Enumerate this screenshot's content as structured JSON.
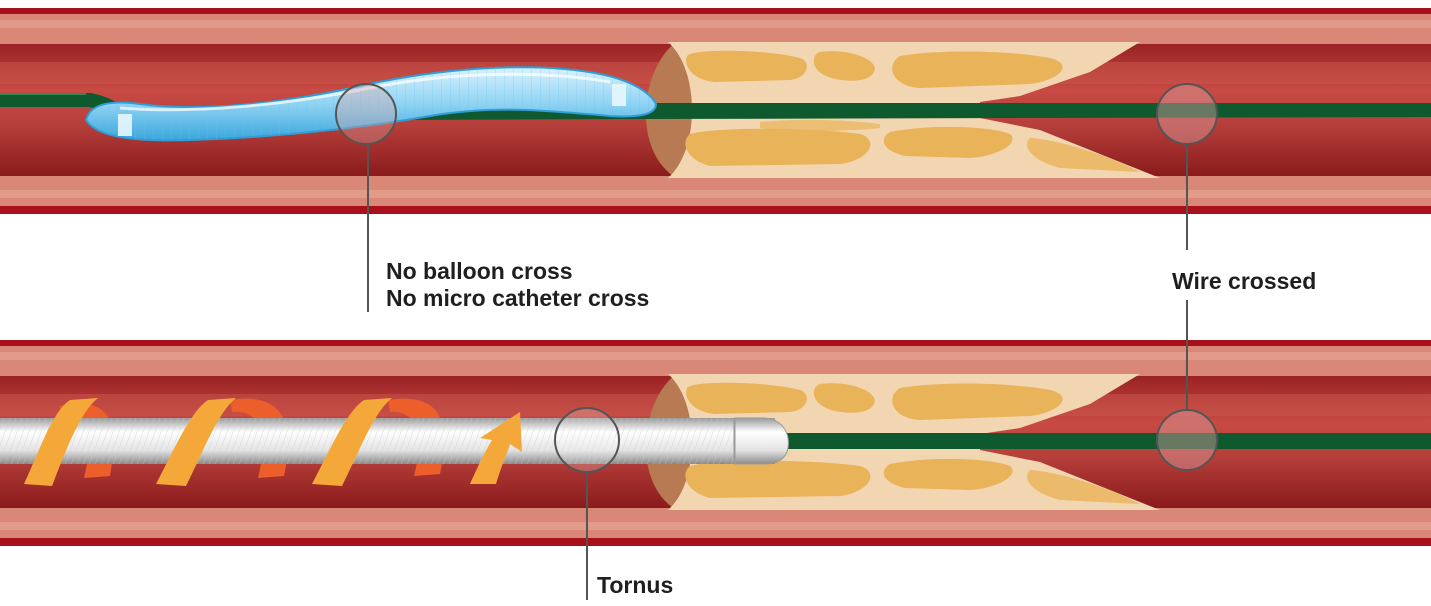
{
  "labels": {
    "no_balloon_cross": "No balloon cross",
    "no_micro_catheter_cross": "No micro catheter cross",
    "wire_crossed": "Wire crossed",
    "tornus": "Tornus"
  },
  "colors": {
    "vessel_outer": "#a8101c",
    "vessel_wall": "#d98878",
    "vessel_wall_light": "#e6a392",
    "lumen": "#b73a36",
    "lumen_highlight": "#cd5a4f",
    "lumen_dark": "#8e1a1c",
    "plaque_base": "#f2d5b1",
    "plaque_nodule": "#e9b35a",
    "plaque_cap": "#b87a52",
    "guidewire": "#0e5a2e",
    "balloon": "#8fd3f3",
    "balloon_edge": "#2e9ed8",
    "tornus_body": "#eeeeee",
    "tornus_coil": "#f5a83a",
    "tornus_coil_back": "#ec5e2a",
    "marker_circle": "#555555",
    "leader_line": "#555555"
  },
  "icons": [
    "vessel-diagram",
    "guidewire",
    "balloon-catheter",
    "tornus-catheter",
    "rotation-arrow-icon",
    "marker-circle"
  ]
}
